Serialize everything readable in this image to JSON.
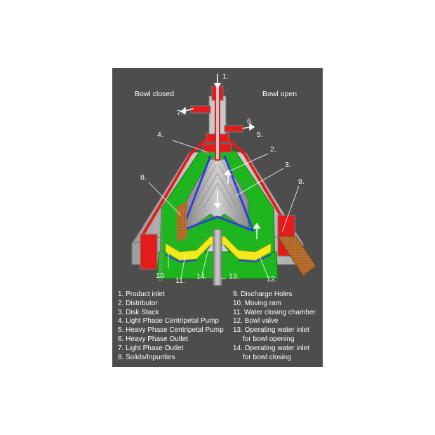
{
  "captions": {
    "left": "Bowl closed",
    "right": "Bowl open"
  },
  "copyright": "© Seital Separation Technology",
  "callouts": [
    "1.",
    "2.",
    "3.",
    "4.",
    "5.",
    "6.",
    "7.",
    "8.",
    "9.",
    "10",
    "11.",
    "12.",
    "13.",
    "14."
  ],
  "legend_left": [
    "1. Product inlet",
    "2. Distributor",
    "3. Disk Stack",
    "4. Light Phase Centripetal Pump",
    "5. Heavy Phase Centripetal Pump",
    "6. Heavy Phase Outlet",
    "7. Light Phase Outlet",
    "8. Solids/Inpurities"
  ],
  "legend_right": [
    "9. Discharge Holes",
    "10. Moving ram",
    "11. Water closing chamber",
    "12. Bowl valve",
    "13. Operating water inlet",
    "for bowl opening",
    "14. Operating water inlet",
    "for bowl closing"
  ],
  "colors": {
    "panel": "#4d4d4d",
    "bowl_gray": "#c8c8c8",
    "red": "#e31b1b",
    "green": "#1fb51f",
    "yellow": "#f2ea1a",
    "blue": "#2e3fd6",
    "solids_brown": "#b26a2a"
  }
}
